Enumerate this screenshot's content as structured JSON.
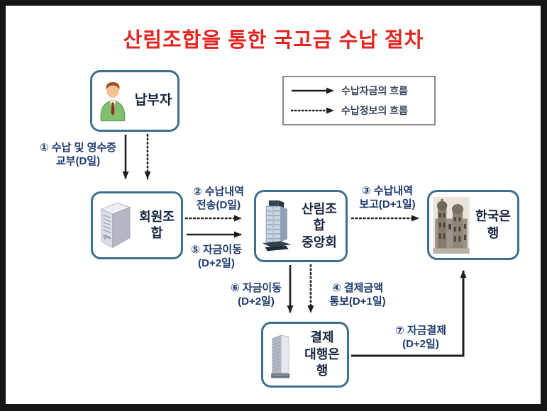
{
  "title": "산림조합을 통한 국고금 수납 절차",
  "legend": {
    "solid_label": "수납자금의 흐름",
    "dotted_label": "수납정보의 흐름"
  },
  "nodes": {
    "payer": {
      "label": "납부자",
      "icon": "person-icon"
    },
    "member_coop": {
      "label": "회원조합",
      "icon": "server-icon"
    },
    "central_federation": {
      "line1": "산림조합",
      "line2": "중앙회",
      "icon": "office-building-icon"
    },
    "bank_of_korea": {
      "label": "한국은행",
      "icon": "classic-bank-building-icon"
    },
    "settlement_bank": {
      "line1": "결제",
      "line2": "대행은행",
      "icon": "tower-building-icon"
    }
  },
  "flows": {
    "step1": {
      "line1": "① 수납 및 영수증",
      "line2": "교부(D일)"
    },
    "step2": {
      "line1": "② 수납내역",
      "line2": "전송(D일)"
    },
    "step3": {
      "line1": "③ 수납내역",
      "line2": "보고(D+1일)"
    },
    "step4": {
      "line1": "④ 결제금액",
      "line2": "통보(D+1일)"
    },
    "step5": {
      "line1": "⑤ 자금이동",
      "line2": "(D+2일)"
    },
    "step6": {
      "line1": "⑥ 자금이동",
      "line2": "(D+2일)"
    },
    "step7": {
      "line1": "⑦ 자금결제",
      "line2": "(D+2일)"
    }
  },
  "colors": {
    "frame_black": "#151515",
    "title_red": "#e32420",
    "label_navy": "#1e3a6d",
    "box_border_blue": "#3e6f8e",
    "arrow_dark": "#1f1f1f",
    "legend_border_gray": "#8a8a8a"
  }
}
